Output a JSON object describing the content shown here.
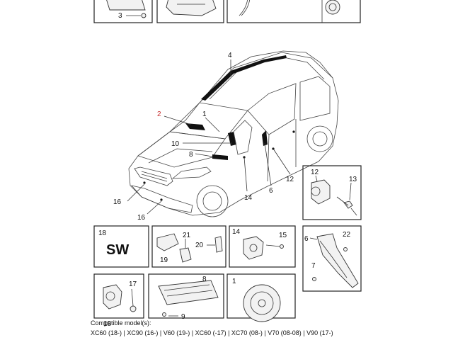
{
  "diagram": {
    "callouts": [
      {
        "id": "c4",
        "text": "4"
      },
      {
        "id": "c2",
        "text": "2"
      },
      {
        "id": "c1",
        "text": "1"
      },
      {
        "id": "c10",
        "text": "10"
      },
      {
        "id": "c8",
        "text": "8"
      },
      {
        "id": "c14",
        "text": "14"
      },
      {
        "id": "c6",
        "text": "6"
      },
      {
        "id": "c12",
        "text": "12"
      },
      {
        "id": "c16a",
        "text": "16"
      },
      {
        "id": "c16b",
        "text": "16"
      }
    ],
    "top_box_label": "3",
    "insets": {
      "sensor_12_13": {
        "labels": [
          "12",
          "13"
        ]
      },
      "sw_18": {
        "labels": [
          "18"
        ],
        "badge": "SW"
      },
      "bracket_21_20_19": {
        "labels": [
          "21",
          "20",
          "19"
        ]
      },
      "sensor_14_15": {
        "labels": [
          "14",
          "15"
        ]
      },
      "curtain_6_22_7": {
        "labels": [
          "6",
          "22",
          "7"
        ]
      },
      "sensor_17_18": {
        "labels": [
          "17",
          "18"
        ]
      },
      "knee_8_9": {
        "labels": [
          "8",
          "9"
        ]
      },
      "steering_1": {
        "labels": [
          "1"
        ]
      }
    },
    "accent_color": "#c62828"
  },
  "footer": {
    "title": "Compatible model(s):",
    "models": "XC60 (18-) | XC90 (16-) | V60 (19-) | XC60 (-17) | XC70 (08-) | V70 (08-08) | V90 (17-)"
  }
}
